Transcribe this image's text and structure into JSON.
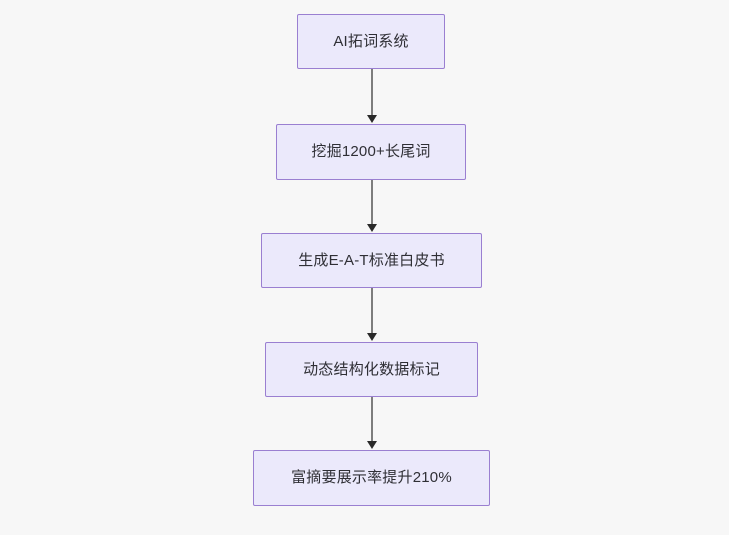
{
  "diagram": {
    "type": "flowchart",
    "direction": "top-to-bottom",
    "background_color": "#f7f7f7",
    "node_fill_color": "#ebe9fb",
    "node_border_color": "#9a7fd1",
    "edge_color": "#7d7d7d",
    "arrow_color": "#292929",
    "text_color": "#2f2f35",
    "nodes": [
      {
        "id": "node-1",
        "label": "AI拓词系统"
      },
      {
        "id": "node-2",
        "label": "挖掘1200+长尾词"
      },
      {
        "id": "node-3",
        "label": "生成E-A-T标准白皮书"
      },
      {
        "id": "node-4",
        "label": "动态结构化数据标记"
      },
      {
        "id": "node-5",
        "label": "富摘要展示率提升210%"
      }
    ],
    "edges": [
      {
        "id": "edge-1",
        "from": "node-1",
        "to": "node-2"
      },
      {
        "id": "edge-2",
        "from": "node-2",
        "to": "node-3"
      },
      {
        "id": "edge-3",
        "from": "node-3",
        "to": "node-4"
      },
      {
        "id": "edge-4",
        "from": "node-4",
        "to": "node-5"
      }
    ]
  }
}
